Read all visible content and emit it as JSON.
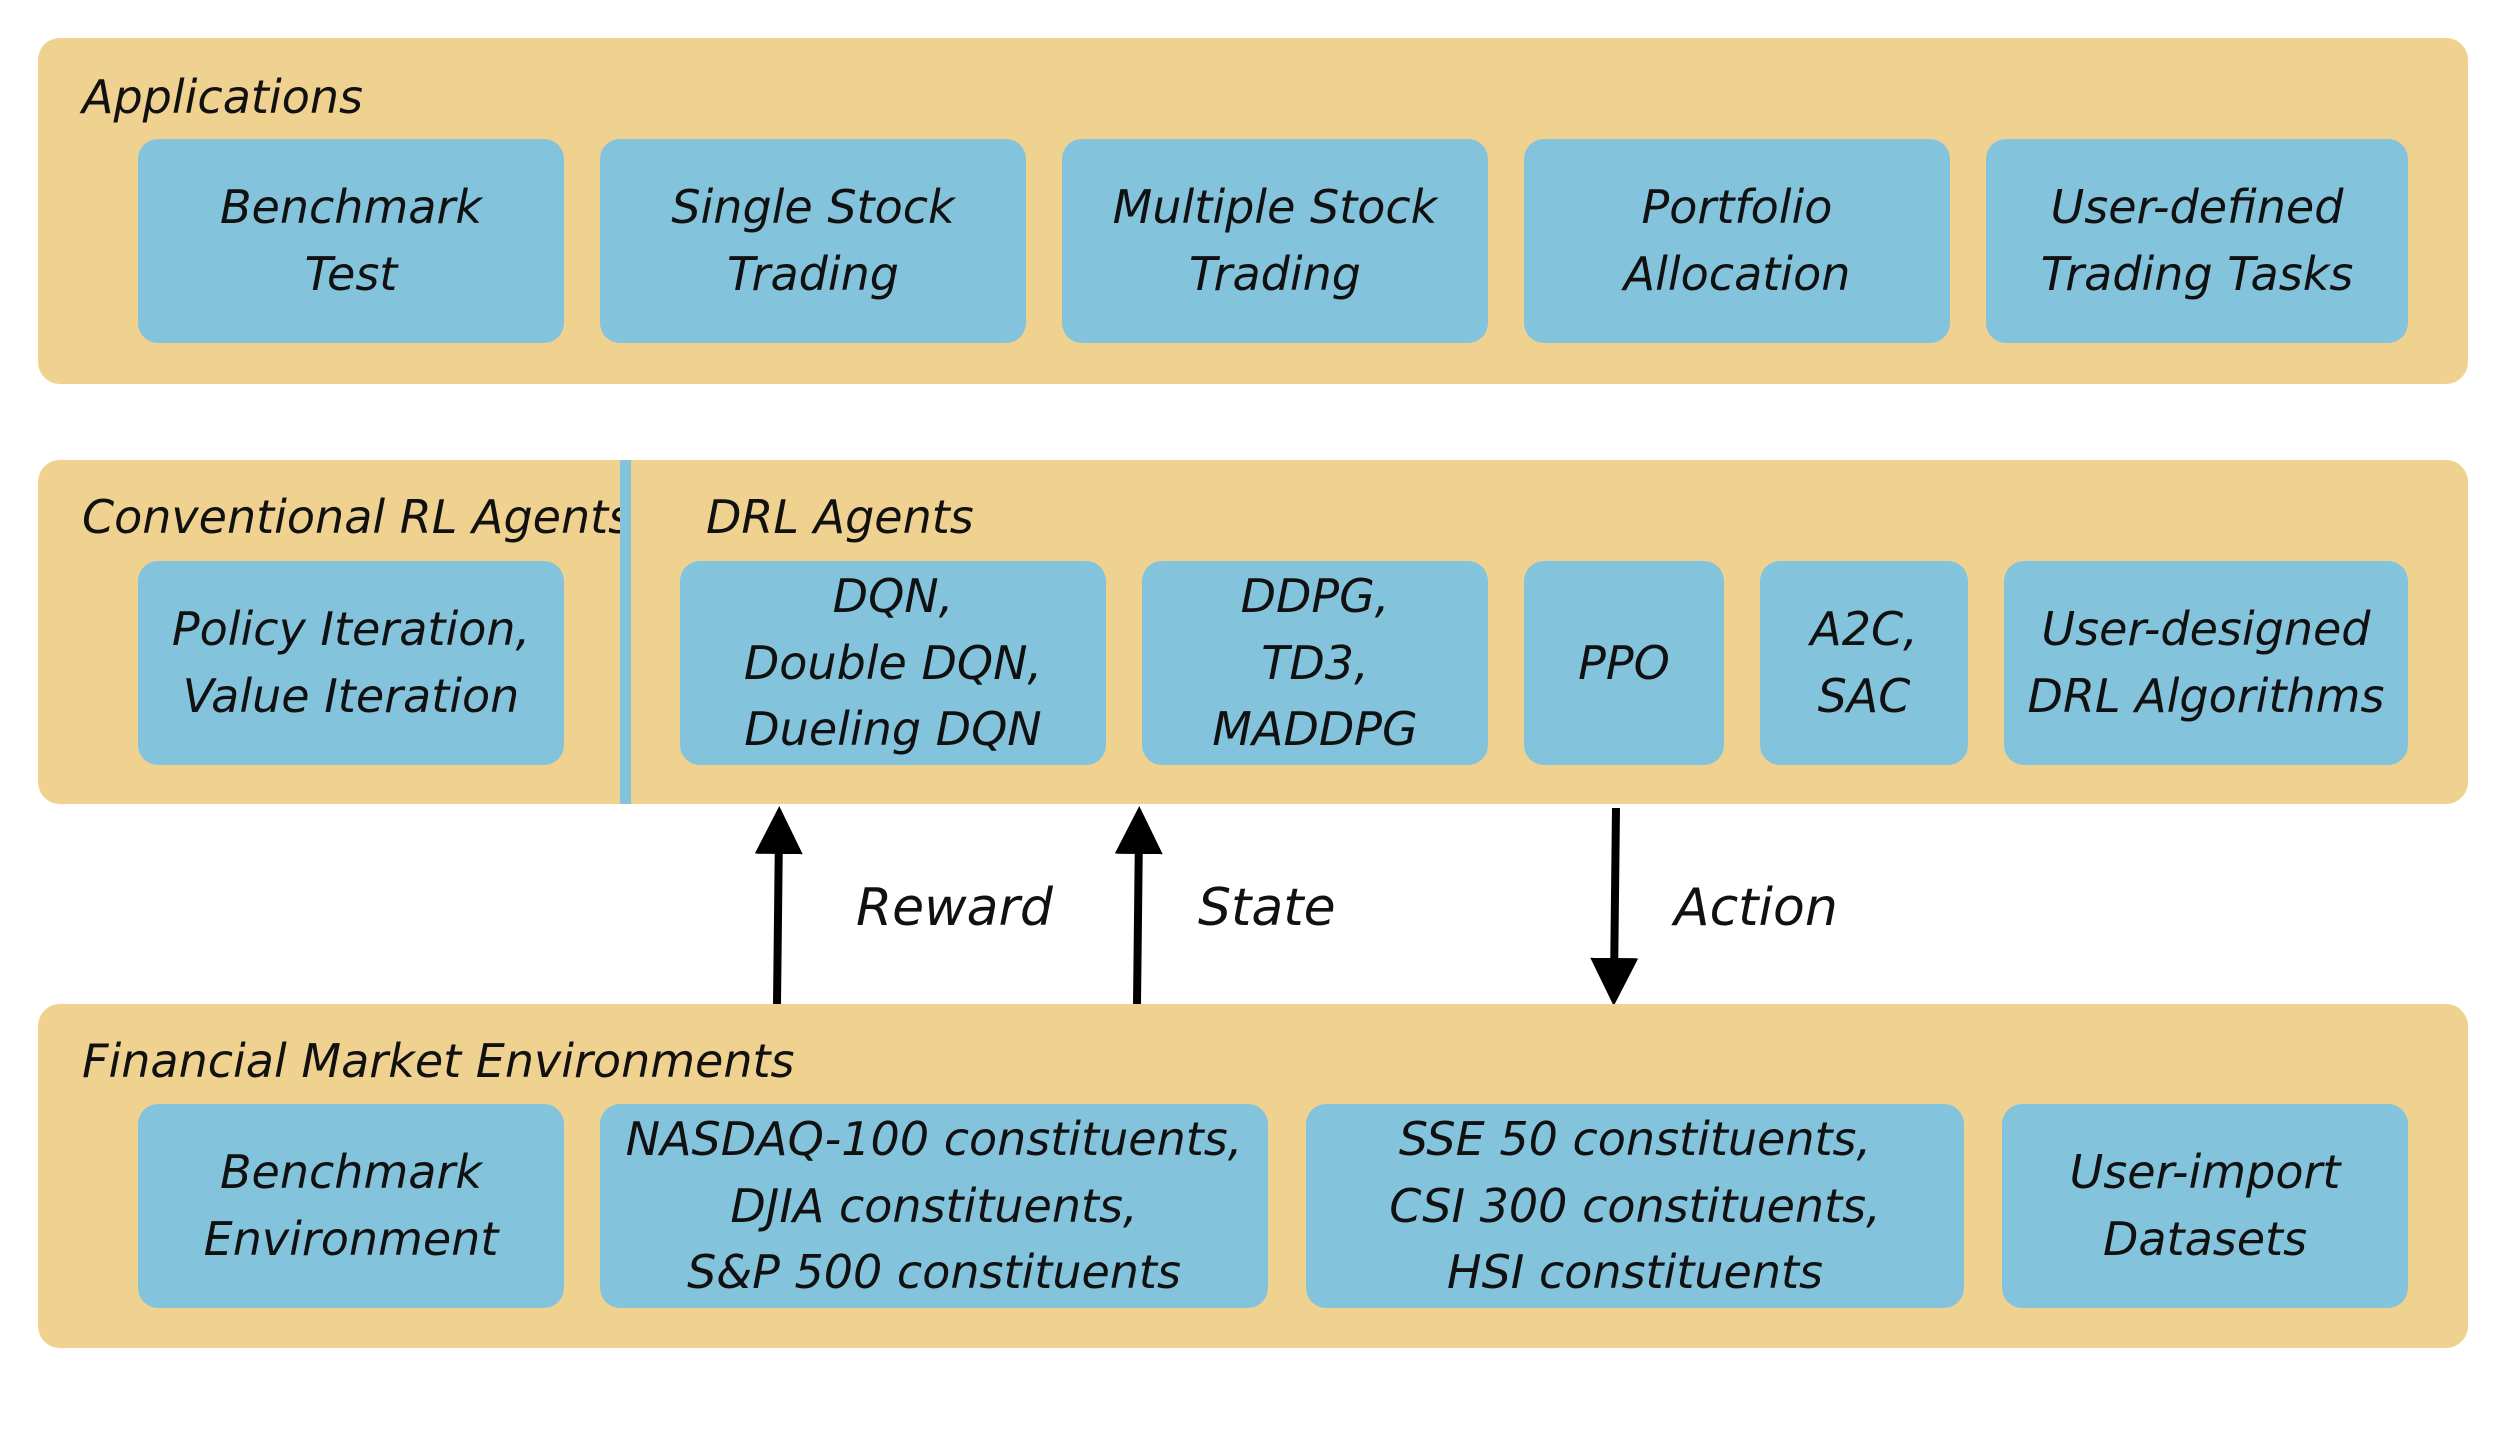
{
  "applications": {
    "title": "Applications",
    "items": [
      {
        "label": "Benchmark\nTest"
      },
      {
        "label": "Single Stock\nTrading"
      },
      {
        "label": "Multiple Stock\nTrading"
      },
      {
        "label": "Portfolio\nAllocation"
      },
      {
        "label": "User-defined\nTrading  Tasks"
      }
    ]
  },
  "agents": {
    "conventional_title": "Conventional RL Agents",
    "conventional_items": [
      {
        "label": "Policy Iteration,\nValue Iteration"
      }
    ],
    "drl_title": "DRL Agents",
    "drl_items": [
      {
        "label": "DQN,\nDouble DQN,\nDueling DQN"
      },
      {
        "label": "DDPG,\nTD3,\nMADDPG"
      },
      {
        "label": "PPO"
      },
      {
        "label": "A2C,\nSAC"
      },
      {
        "label": "User-designed\nDRL Algorithms"
      }
    ]
  },
  "flows": {
    "reward": "Reward",
    "state": "State",
    "action": "Action"
  },
  "environments": {
    "title": "Financial Market Environments",
    "items": [
      {
        "label": "Benchmark\nEnvironment"
      },
      {
        "label": "NASDAQ-100 constituents,\nDJIA constituents,\nS&P 500 constituents"
      },
      {
        "label": "SSE 50 constituents,\nCSI 300 constituents,\nHSI constituents"
      },
      {
        "label": "User-import\nDatasets"
      }
    ]
  },
  "colors": {
    "panel": "#f0d290",
    "box": "#84c3dc",
    "arrow": "#000000"
  }
}
